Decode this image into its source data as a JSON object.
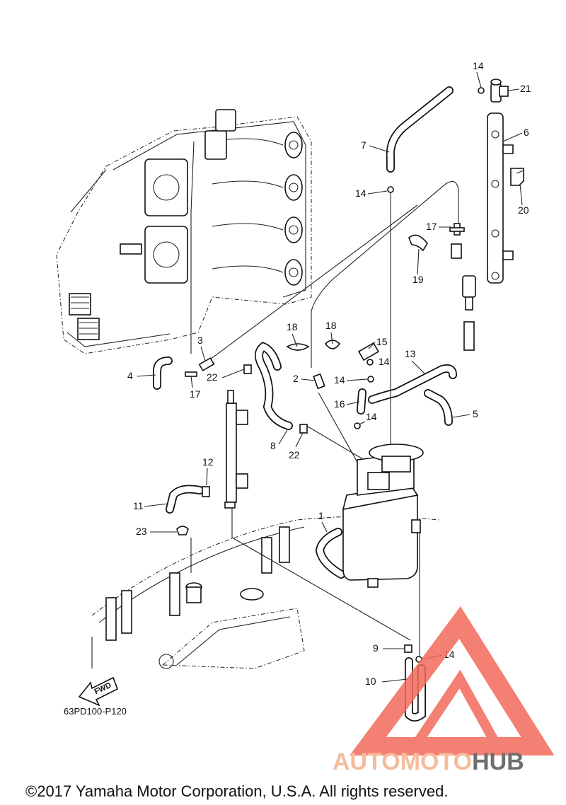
{
  "diagram_code": "63PD100-P120",
  "fwd_label": "FWD",
  "copyright": "©2017 Yamaha Motor Corporation, U.S.A. All rights reserved.",
  "watermark": {
    "part1": "AUTOMOTO",
    "part2": "HUB",
    "color_primary": "#f26a5a",
    "color_secondary": "#f5b08a",
    "color_dark": "#555555"
  },
  "callouts": [
    "1",
    "2",
    "3",
    "4",
    "5",
    "6",
    "7",
    "8",
    "9",
    "10",
    "11",
    "12",
    "13",
    "14",
    "15",
    "16",
    "17",
    "18",
    "19",
    "20",
    "21",
    "22",
    "23"
  ]
}
